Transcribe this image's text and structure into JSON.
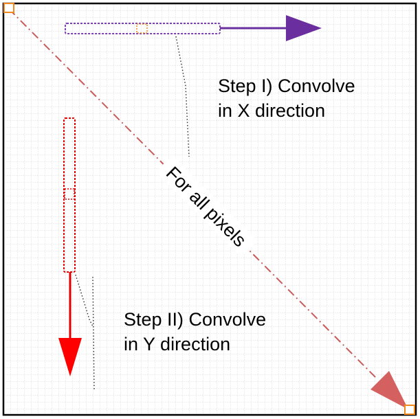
{
  "diagram": {
    "step1": {
      "line1": "Step I) Convolve",
      "line2": "in X direction",
      "color": "#6a2e9e"
    },
    "step2": {
      "line1": "Step II) Convolve",
      "line2": "in Y direction",
      "color": "#ff0000"
    },
    "diagonal": {
      "label": "For all pixels",
      "color": "#c85a5a"
    },
    "pixel_marker_color": "#f08a1e",
    "border_color": "#000000",
    "grid_color": "#c8c8c8"
  }
}
